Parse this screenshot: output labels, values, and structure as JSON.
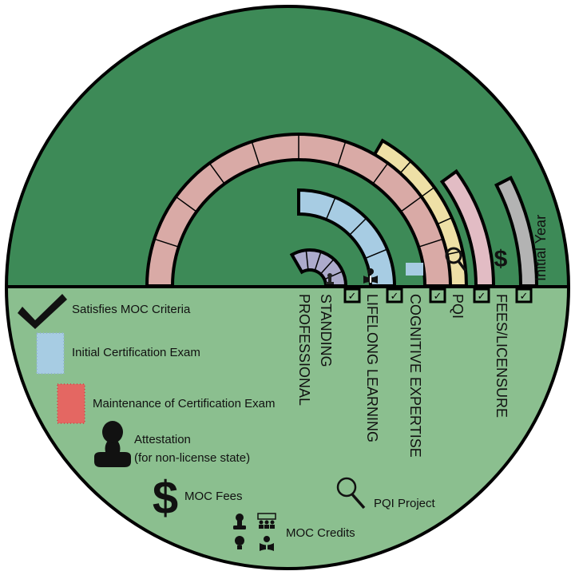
{
  "columns": {
    "professional_standing": "PROFESSIONAL STANDING",
    "professional_standing_line1": "PROFESSIONAL",
    "professional_standing_line2": "STANDING",
    "lifelong_learning": "LIFELONG LEARNING",
    "cognitive_expertise": "COGNITIVE EXPERTISE",
    "pqi": "PQI",
    "fees_licensure": "FEES/LICENSURE",
    "initial_year": "Initial Year"
  },
  "legend": {
    "satisfies": "Satisfies MOC Criteria",
    "initial_exam": "Initial Certification Exam",
    "maintenance_exam": "Maintenance of Certification Exam",
    "attestation_line1": "Attestation",
    "attestation_line2": "(for non-license state)",
    "moc_fees": "MOC Fees",
    "pqi_project": "PQI Project",
    "moc_credits": "MOC Credits"
  },
  "glyphs": {
    "dollar": "$",
    "check": "✓"
  },
  "colors": {
    "green_dark": "#3d8a57",
    "green_light": "#8bbf8f",
    "rose": "#d9aaa6",
    "blue": "#a7cce3",
    "lavender": "#adabcc",
    "yellow": "#eee0a6",
    "pink": "#e2bcc4",
    "gray": "#b3b3b3",
    "red_exam": "#e46762"
  }
}
